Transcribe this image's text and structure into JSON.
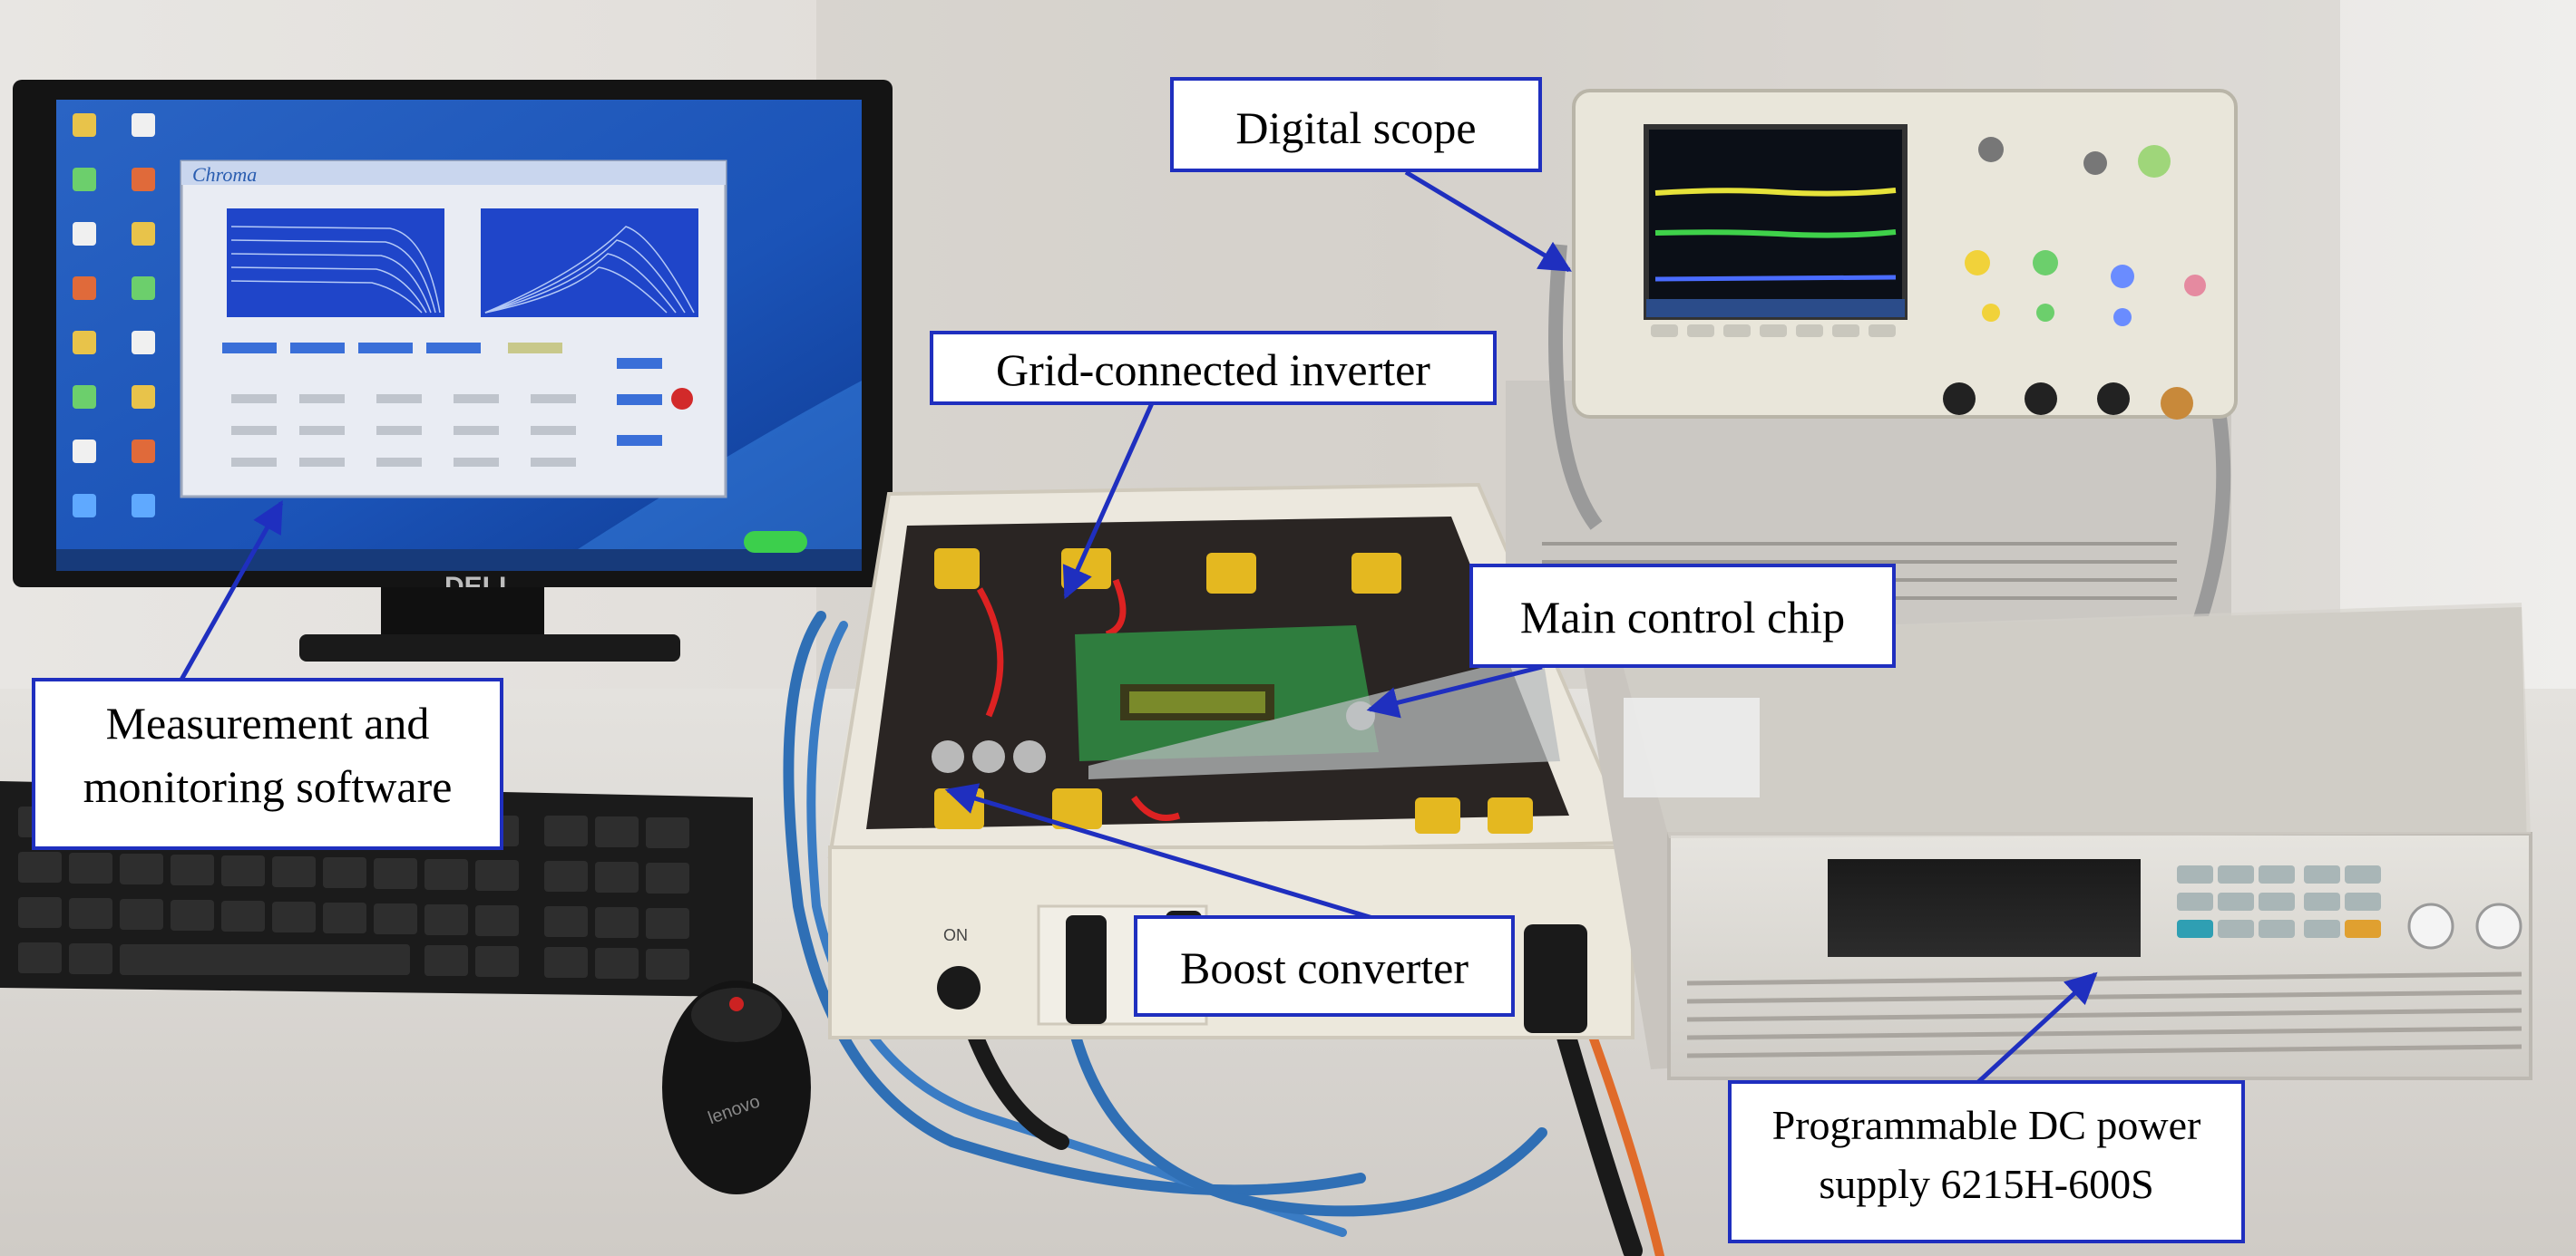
{
  "labels": {
    "digital_scope": "Digital scope",
    "grid_inverter": "Grid-connected inverter",
    "main_chip": "Main control chip",
    "measurement_line1": "Measurement and",
    "measurement_line2": "monitoring software",
    "boost": "Boost converter",
    "dc_supply_line1": "Programmable DC power",
    "dc_supply_line2": "supply 6215H-600S"
  },
  "photo_text": {
    "software_brand": "Chroma",
    "monitor_brand": "DELL",
    "mouse_brand": "lenovo",
    "switch_on": "ON"
  },
  "colors": {
    "callout_border": "#1f2fbf",
    "arrow": "#1f2fbf",
    "scope_yellow": "#e6e23a",
    "scope_green": "#3fd14a",
    "scope_blue": "#4a6cff"
  }
}
